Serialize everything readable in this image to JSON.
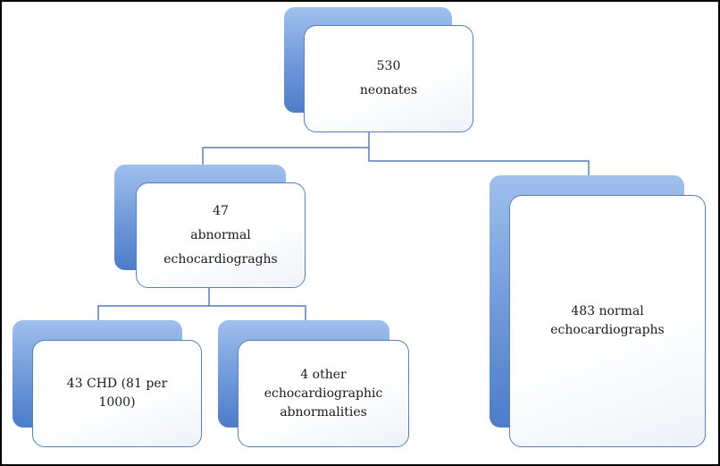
{
  "diagram": {
    "root": {
      "line1": "530",
      "line2": "neonates"
    },
    "abnormal": {
      "line1": "47",
      "line2": "abnormal",
      "line3": "echocardiograghs"
    },
    "normal": {
      "line1": "483 normal",
      "line2": "echocardiographs"
    },
    "chd": {
      "line1": "43 CHD (81 per",
      "line2": "1000)"
    },
    "other": {
      "line1": "4 other",
      "line2": "echocardiographic",
      "line3": "abnormalities"
    }
  },
  "colors": {
    "shadow_top": "#9fc0ec",
    "shadow_bottom": "#4d7cc8",
    "card_border": "#5b7fb8",
    "connector": "#5b7fb8"
  }
}
